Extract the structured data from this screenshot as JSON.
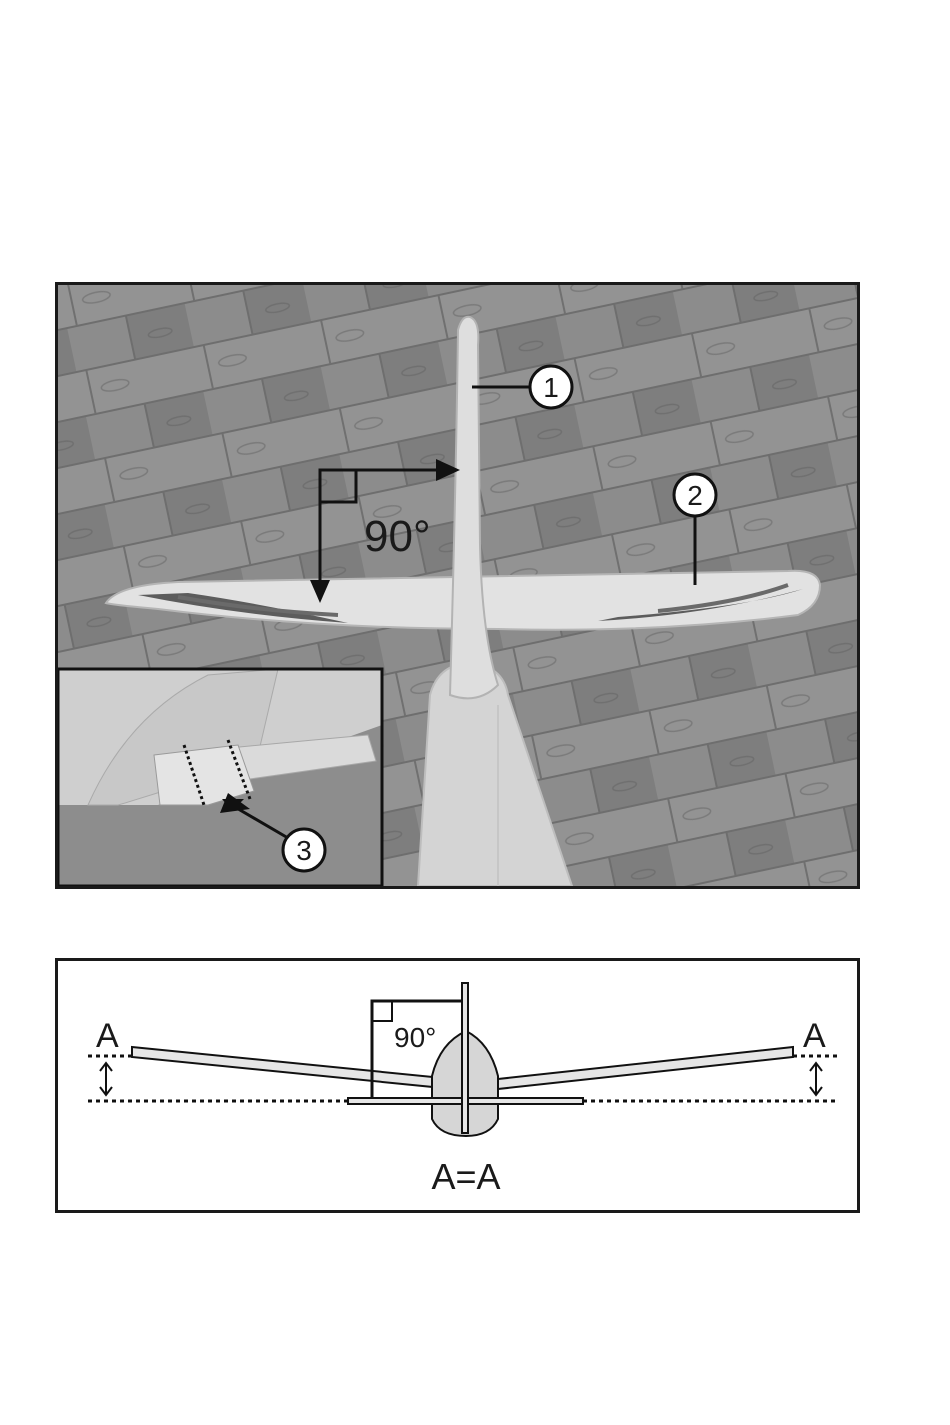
{
  "photo": {
    "angle_label": "90°",
    "callouts": [
      "1",
      "2",
      "3"
    ]
  },
  "diagram": {
    "angle_label": "90°",
    "left_label": "A",
    "right_label": "A",
    "equation": "A=A"
  },
  "colors": {
    "border": "#1a1a1a",
    "floor": "#8a8a8a",
    "foam": "#dcdcdc",
    "stripe": "#5a5a5a"
  }
}
